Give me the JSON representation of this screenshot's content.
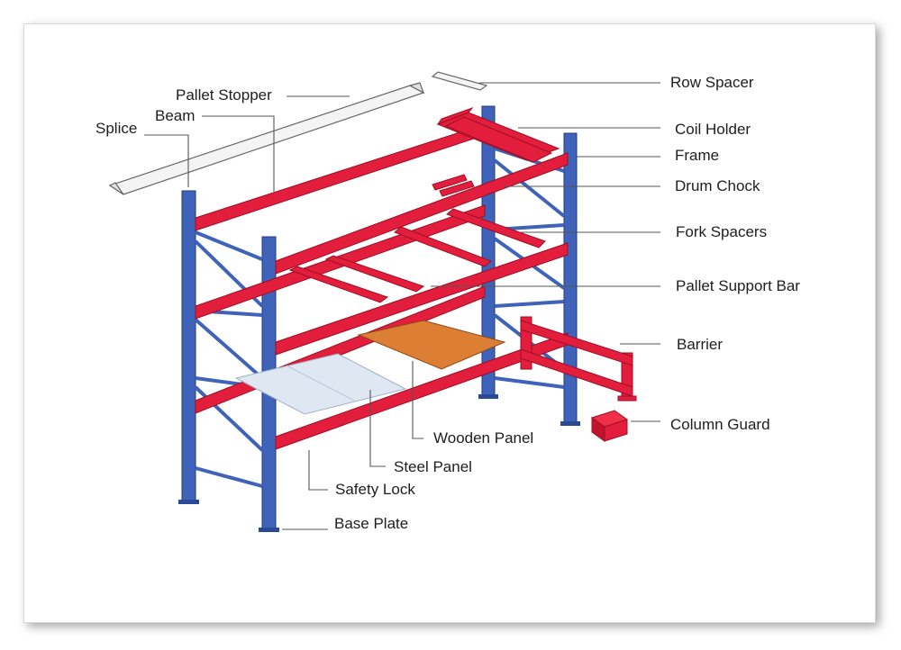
{
  "colors": {
    "upright_fill": "#3f63b8",
    "upright_edge": "#1f3a82",
    "beam_fill": "#e21e3c",
    "beam_edge": "#9e0f24",
    "wooden_panel": "#dd7e35",
    "steel_panel": "#dfe8f2",
    "leader_line": "#555555"
  },
  "labels": {
    "row_spacer": "Row Spacer",
    "pallet_stopper": "Pallet Stopper",
    "beam": "Beam",
    "splice": "Splice",
    "coil_holder": "Coil Holder",
    "frame": "Frame",
    "drum_chock": "Drum Chock",
    "fork_spacers": "Fork Spacers",
    "pallet_support_bar": "Pallet Support Bar",
    "barrier": "Barrier",
    "column_guard": "Column Guard",
    "wooden_panel": "Wooden Panel",
    "steel_panel": "Steel Panel",
    "safety_lock": "Safety Lock",
    "base_plate": "Base Plate"
  }
}
